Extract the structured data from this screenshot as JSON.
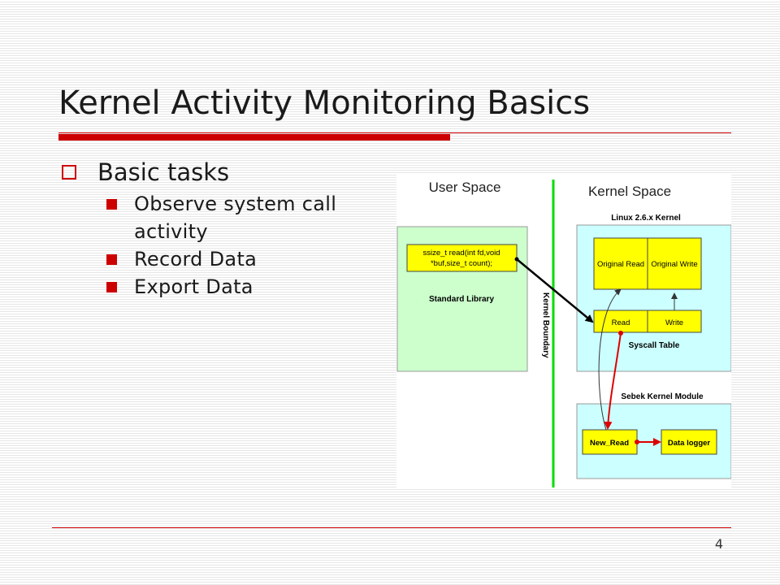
{
  "slide": {
    "title": "Kernel Activity Monitoring Basics",
    "page_number": "4"
  },
  "bullets": {
    "main": "Basic tasks",
    "sub": [
      "Observe system call activity",
      "Record Data",
      "Export Data"
    ]
  },
  "diagram": {
    "user_space_label": "User Space",
    "kernel_space_label": "Kernel Space",
    "kernel_boundary_label": "Kernel Boundary",
    "user_code_line1": "ssize_t read(int fd,void",
    "user_code_line2": "*buf,size_t count);",
    "standard_library_label": "Standard Library",
    "linux_kernel_label": "Linux 2.6.x Kernel",
    "original_read_label": "Original Read",
    "original_write_label": "Original Write",
    "read_label": "Read",
    "write_label": "Write",
    "syscall_table_label": "Syscall Table",
    "sebek_module_label": "Sebek Kernel Module",
    "new_read_label": "New_Read",
    "data_logger_label": "Data logger",
    "colors": {
      "user_panel": "#ccffcc",
      "kernel_panel": "#ccffff",
      "box": "#ffff00",
      "boundary": "#00dd00",
      "red_arrow": "#dd0000"
    }
  }
}
